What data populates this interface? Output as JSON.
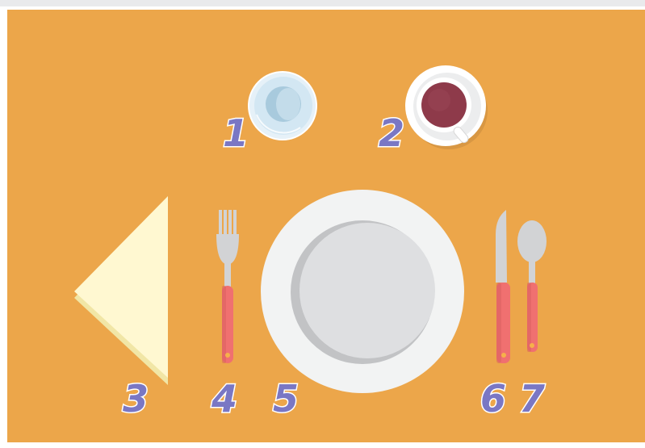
{
  "colors": {
    "frame": "#e9eaec",
    "table": "#eca64a",
    "label_fill": "#7a77c4",
    "label_stroke": "#ffffff",
    "plate": "#f2f3f3",
    "plate_inner": "#dedfe1",
    "plate_shadow": "#c2c3c5",
    "silver": "#d2d3d5",
    "handle": "#f07070",
    "napkin": "#fff8d1",
    "napkin_under": "#f1e6a6",
    "coffee": "#8e3a4a",
    "glass": "#dcecf6"
  },
  "items": [
    {
      "number": "1",
      "name": "glass"
    },
    {
      "number": "2",
      "name": "coffee cup"
    },
    {
      "number": "3",
      "name": "napkin"
    },
    {
      "number": "4",
      "name": "fork"
    },
    {
      "number": "5",
      "name": "plate"
    },
    {
      "number": "6",
      "name": "knife"
    },
    {
      "number": "7",
      "name": "spoon"
    }
  ]
}
